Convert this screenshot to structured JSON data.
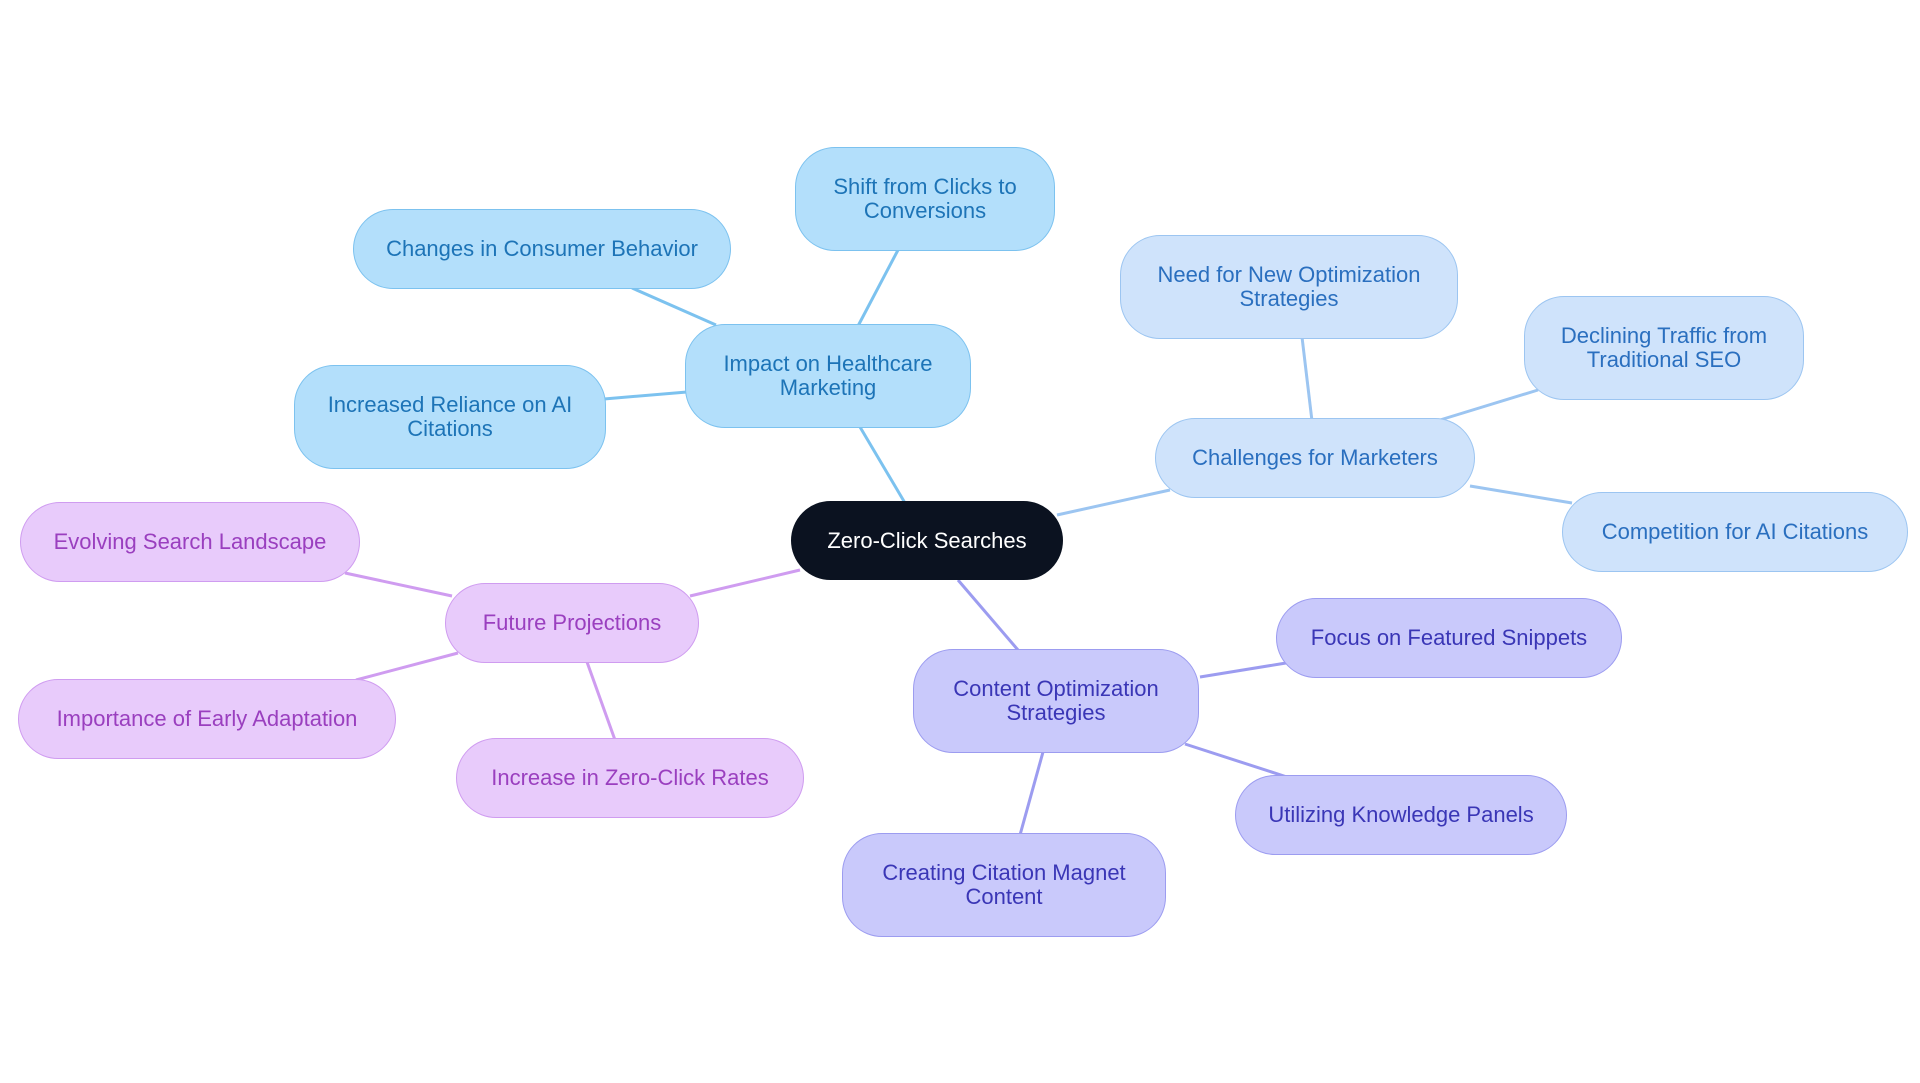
{
  "mindmap": {
    "root": {
      "label": "Zero-Click Searches"
    },
    "branches": [
      {
        "label": "Impact on Healthcare Marketing",
        "color": "#7cc2ef",
        "children": [
          {
            "label": "Shift from Clicks to Conversions"
          },
          {
            "label": "Changes in Consumer Behavior"
          },
          {
            "label": "Increased Reliance on AI Citations"
          }
        ]
      },
      {
        "label": "Challenges for Marketers",
        "color": "#9cc5f1",
        "children": [
          {
            "label": "Need for New Optimization Strategies"
          },
          {
            "label": "Declining Traffic from Traditional SEO"
          },
          {
            "label": "Competition for AI Citations"
          }
        ]
      },
      {
        "label": "Content Optimization Strategies",
        "color": "#9c9cf0",
        "children": [
          {
            "label": "Focus on Featured Snippets"
          },
          {
            "label": "Utilizing Knowledge Panels"
          },
          {
            "label": "Creating Citation Magnet Content"
          }
        ]
      },
      {
        "label": "Future Projections",
        "color": "#cf9cf0",
        "children": [
          {
            "label": "Evolving Search Landscape"
          },
          {
            "label": "Importance of Early Adaptation"
          },
          {
            "label": "Increase in Zero-Click Rates"
          }
        ]
      }
    ]
  }
}
